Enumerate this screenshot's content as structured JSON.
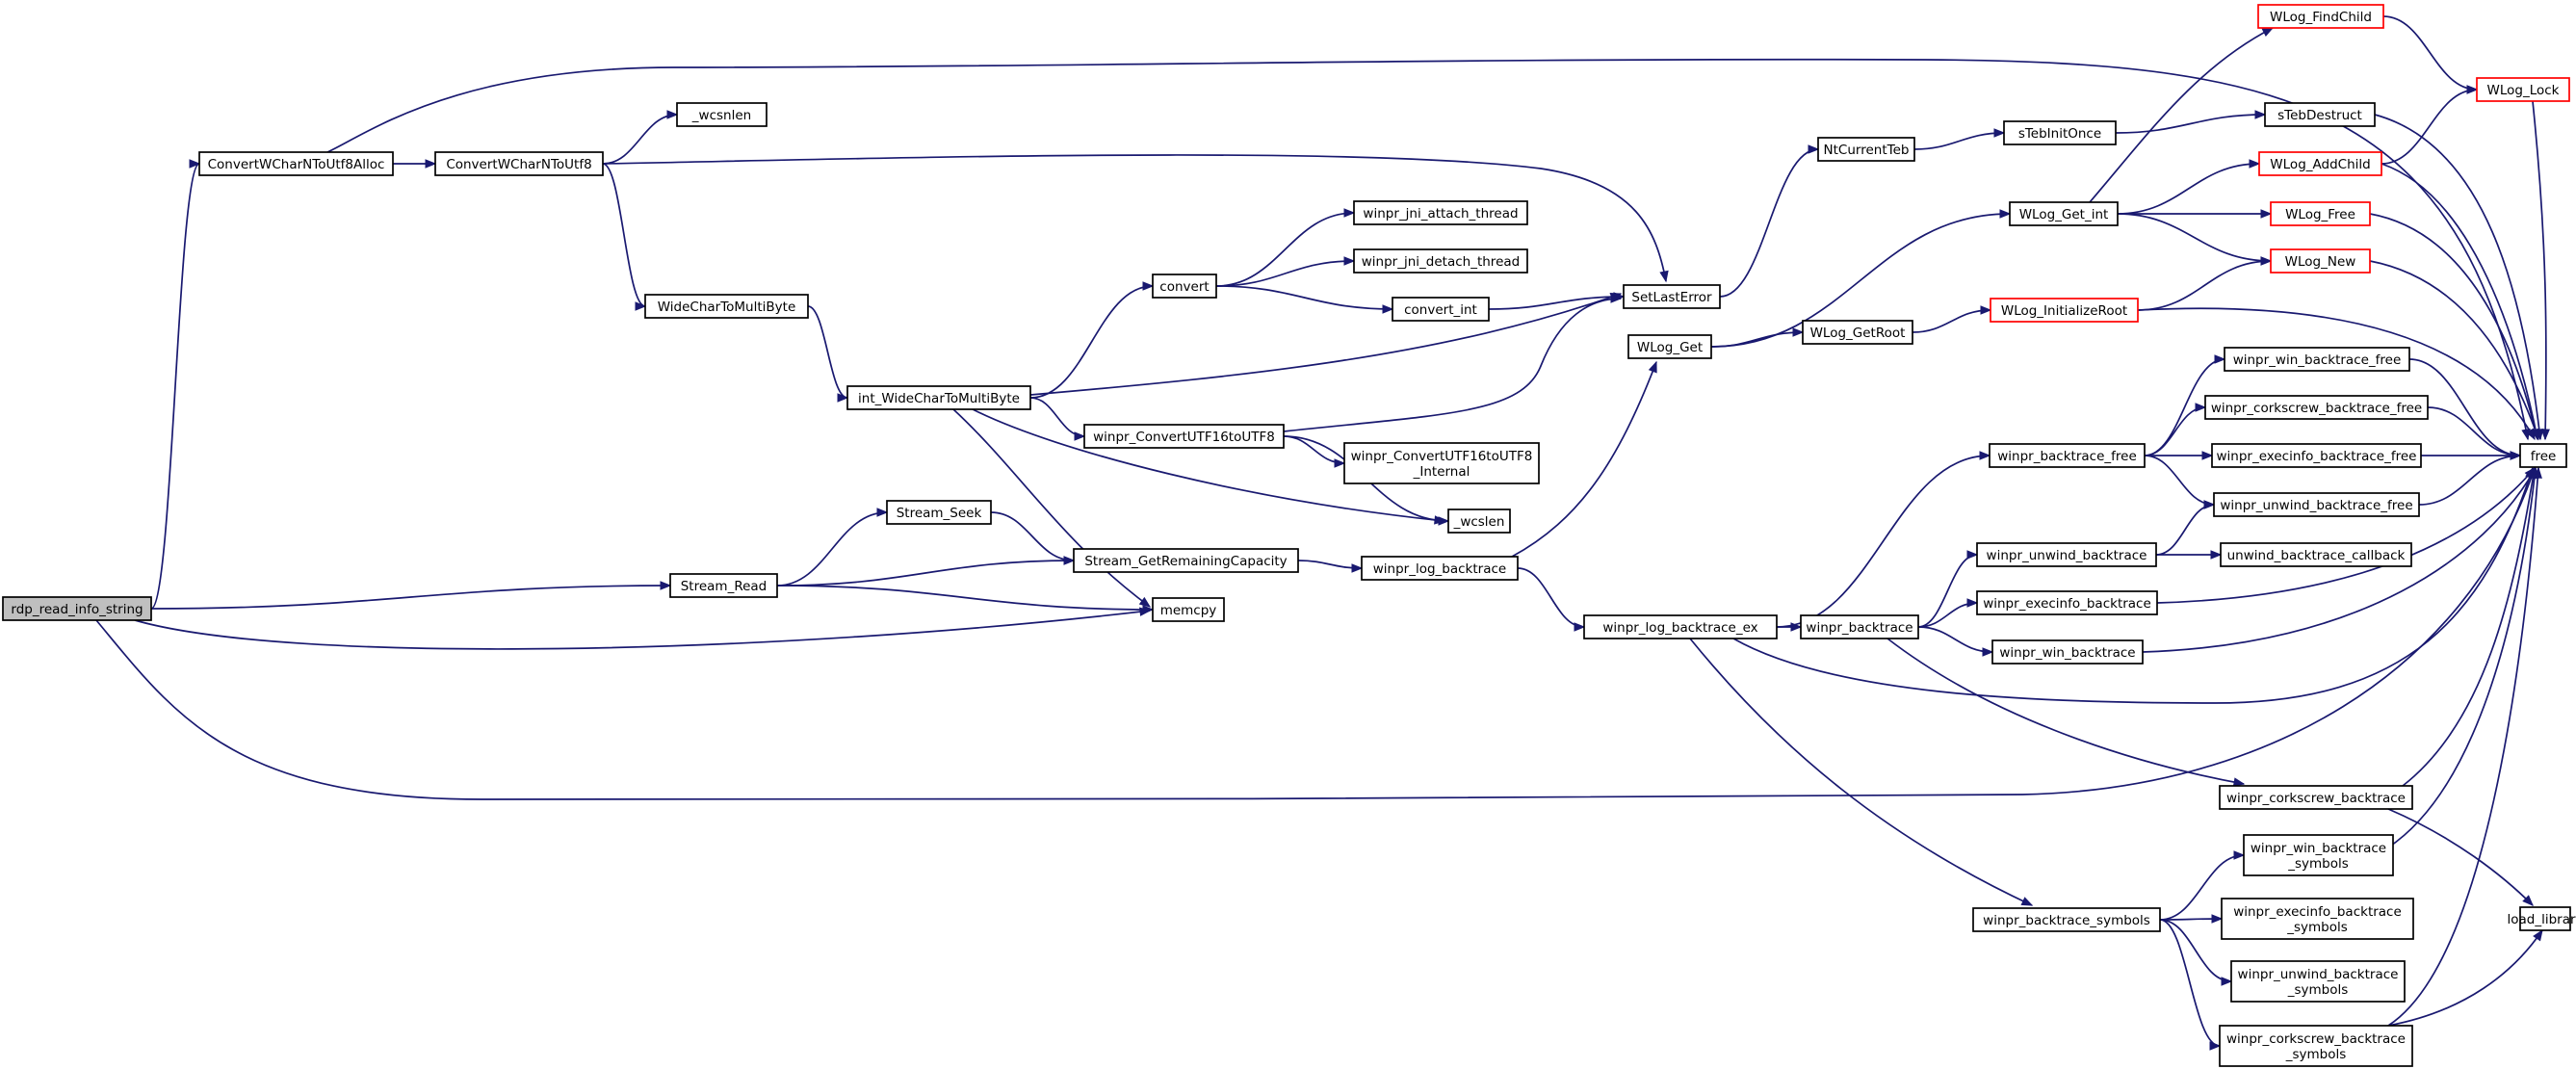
{
  "diagram": {
    "nodes": [
      {
        "id": "rdp",
        "lines": [
          "rdp_read_info_string"
        ],
        "style": "root"
      },
      {
        "id": "cwa",
        "lines": [
          "ConvertWCharNToUtf8Alloc"
        ],
        "style": "normal"
      },
      {
        "id": "cw8",
        "lines": [
          "ConvertWCharNToUtf8"
        ],
        "style": "normal"
      },
      {
        "id": "wcsnlen",
        "lines": [
          "_wcsnlen"
        ],
        "style": "normal"
      },
      {
        "id": "wctmb",
        "lines": [
          "WideCharToMultiByte"
        ],
        "style": "normal"
      },
      {
        "id": "iwctmb",
        "lines": [
          "int_WideCharToMultiByte"
        ],
        "style": "normal"
      },
      {
        "id": "convert",
        "lines": [
          "convert"
        ],
        "style": "normal"
      },
      {
        "id": "jniatt",
        "lines": [
          "winpr_jni_attach_thread"
        ],
        "style": "normal"
      },
      {
        "id": "jnidet",
        "lines": [
          "winpr_jni_detach_thread"
        ],
        "style": "normal"
      },
      {
        "id": "convint",
        "lines": [
          "convert_int"
        ],
        "style": "normal"
      },
      {
        "id": "setlast",
        "lines": [
          "SetLastError"
        ],
        "style": "normal"
      },
      {
        "id": "cu16",
        "lines": [
          "winpr_ConvertUTF16toUTF8"
        ],
        "style": "normal"
      },
      {
        "id": "cu16i",
        "lines": [
          "winpr_ConvertUTF16toUTF8",
          "_Internal"
        ],
        "style": "normal"
      },
      {
        "id": "wcslen",
        "lines": [
          "_wcslen"
        ],
        "style": "normal"
      },
      {
        "id": "sread",
        "lines": [
          "Stream_Read"
        ],
        "style": "normal"
      },
      {
        "id": "sseek",
        "lines": [
          "Stream_Seek"
        ],
        "style": "normal"
      },
      {
        "id": "sgrc",
        "lines": [
          "Stream_GetRemainingCapacity"
        ],
        "style": "normal"
      },
      {
        "id": "memcpy",
        "lines": [
          "memcpy"
        ],
        "style": "normal"
      },
      {
        "id": "wlbt",
        "lines": [
          "winpr_log_backtrace"
        ],
        "style": "normal"
      },
      {
        "id": "wlbtex",
        "lines": [
          "winpr_log_backtrace_ex"
        ],
        "style": "normal"
      },
      {
        "id": "ntct",
        "lines": [
          "NtCurrentTeb"
        ],
        "style": "normal"
      },
      {
        "id": "stio",
        "lines": [
          "sTebInitOnce"
        ],
        "style": "normal"
      },
      {
        "id": "stdes",
        "lines": [
          "sTebDestruct"
        ],
        "style": "normal"
      },
      {
        "id": "wlget",
        "lines": [
          "WLog_Get"
        ],
        "style": "normal"
      },
      {
        "id": "wlgetint",
        "lines": [
          "WLog_Get_int"
        ],
        "style": "normal"
      },
      {
        "id": "wlgetroot",
        "lines": [
          "WLog_GetRoot"
        ],
        "style": "normal"
      },
      {
        "id": "wlfind",
        "lines": [
          "WLog_FindChild"
        ],
        "style": "red"
      },
      {
        "id": "wllock",
        "lines": [
          "WLog_Lock"
        ],
        "style": "red"
      },
      {
        "id": "wladd",
        "lines": [
          "WLog_AddChild"
        ],
        "style": "red"
      },
      {
        "id": "wlfree",
        "lines": [
          "WLog_Free"
        ],
        "style": "red"
      },
      {
        "id": "wlnew",
        "lines": [
          "WLog_New"
        ],
        "style": "red"
      },
      {
        "id": "wlinit",
        "lines": [
          "WLog_InitializeRoot"
        ],
        "style": "red"
      },
      {
        "id": "free",
        "lines": [
          "free"
        ],
        "style": "normal"
      },
      {
        "id": "wbtfree",
        "lines": [
          "winpr_backtrace_free"
        ],
        "style": "normal"
      },
      {
        "id": "wwinbtfree",
        "lines": [
          "winpr_win_backtrace_free"
        ],
        "style": "normal"
      },
      {
        "id": "wcorkfree",
        "lines": [
          "winpr_corkscrew_backtrace_free"
        ],
        "style": "normal"
      },
      {
        "id": "wexecfree",
        "lines": [
          "winpr_execinfo_backtrace_free"
        ],
        "style": "normal"
      },
      {
        "id": "wunwfree",
        "lines": [
          "winpr_unwind_backtrace_free"
        ],
        "style": "normal"
      },
      {
        "id": "wunwbt",
        "lines": [
          "winpr_unwind_backtrace"
        ],
        "style": "normal"
      },
      {
        "id": "unwcb",
        "lines": [
          "unwind_backtrace_callback"
        ],
        "style": "normal"
      },
      {
        "id": "wbt",
        "lines": [
          "winpr_backtrace"
        ],
        "style": "normal"
      },
      {
        "id": "wexecbt",
        "lines": [
          "winpr_execinfo_backtrace"
        ],
        "style": "normal"
      },
      {
        "id": "wwinbt",
        "lines": [
          "winpr_win_backtrace"
        ],
        "style": "normal"
      },
      {
        "id": "wcorkbt",
        "lines": [
          "winpr_corkscrew_backtrace"
        ],
        "style": "normal"
      },
      {
        "id": "loadlib",
        "lines": [
          "load_library"
        ],
        "style": "normal"
      },
      {
        "id": "wwinsym",
        "lines": [
          "winpr_win_backtrace",
          "_symbols"
        ],
        "style": "normal"
      },
      {
        "id": "wbtsym",
        "lines": [
          "winpr_backtrace_symbols"
        ],
        "style": "normal"
      },
      {
        "id": "wexecsym",
        "lines": [
          "winpr_execinfo_backtrace",
          "_symbols"
        ],
        "style": "normal"
      },
      {
        "id": "wunwsym",
        "lines": [
          "winpr_unwind_backtrace",
          "_symbols"
        ],
        "style": "normal"
      },
      {
        "id": "wcorksym",
        "lines": [
          "winpr_corkscrew_backtrace",
          "_symbols"
        ],
        "style": "normal"
      }
    ],
    "edges": [
      [
        "rdp",
        "cwa"
      ],
      [
        "rdp",
        "sread"
      ],
      [
        "rdp",
        "memcpy"
      ],
      [
        "rdp",
        "free"
      ],
      [
        "cwa",
        "cw8"
      ],
      [
        "cwa",
        "free"
      ],
      [
        "cw8",
        "wcsnlen"
      ],
      [
        "cw8",
        "wctmb"
      ],
      [
        "cw8",
        "setlast"
      ],
      [
        "wctmb",
        "iwctmb"
      ],
      [
        "iwctmb",
        "convert"
      ],
      [
        "iwctmb",
        "setlast"
      ],
      [
        "iwctmb",
        "cu16"
      ],
      [
        "iwctmb",
        "wcslen"
      ],
      [
        "iwctmb",
        "memcpy"
      ],
      [
        "convert",
        "jniatt"
      ],
      [
        "convert",
        "jnidet"
      ],
      [
        "convert",
        "convint"
      ],
      [
        "convint",
        "setlast"
      ],
      [
        "cu16",
        "cu16i"
      ],
      [
        "cu16",
        "wcslen"
      ],
      [
        "cu16",
        "setlast"
      ],
      [
        "sread",
        "sseek"
      ],
      [
        "sread",
        "sgrc"
      ],
      [
        "sread",
        "memcpy"
      ],
      [
        "sseek",
        "sgrc"
      ],
      [
        "sgrc",
        "wlbt"
      ],
      [
        "wlbt",
        "wlget"
      ],
      [
        "wlbt",
        "wlbtex"
      ],
      [
        "setlast",
        "ntct"
      ],
      [
        "ntct",
        "stio"
      ],
      [
        "stio",
        "stdes"
      ],
      [
        "stdes",
        "free"
      ],
      [
        "wlget",
        "wlgetint"
      ],
      [
        "wlget",
        "wlgetroot"
      ],
      [
        "wlgetroot",
        "wlinit"
      ],
      [
        "wlgetint",
        "wlfind"
      ],
      [
        "wlgetint",
        "wladd"
      ],
      [
        "wlgetint",
        "wlfree"
      ],
      [
        "wlgetint",
        "wlnew"
      ],
      [
        "wlfind",
        "wllock"
      ],
      [
        "wladd",
        "wllock"
      ],
      [
        "wllock",
        "free"
      ],
      [
        "wladd",
        "free"
      ],
      [
        "wlfree",
        "free"
      ],
      [
        "wlnew",
        "free"
      ],
      [
        "wlinit",
        "wlnew"
      ],
      [
        "wlinit",
        "free"
      ],
      [
        "wlbtex",
        "wbtfree"
      ],
      [
        "wlbtex",
        "wbt"
      ],
      [
        "wlbtex",
        "wbtsym"
      ],
      [
        "wlbtex",
        "free"
      ],
      [
        "wbtfree",
        "wwinbtfree"
      ],
      [
        "wbtfree",
        "wcorkfree"
      ],
      [
        "wbtfree",
        "wexecfree"
      ],
      [
        "wbtfree",
        "wunwfree"
      ],
      [
        "wwinbtfree",
        "free"
      ],
      [
        "wcorkfree",
        "free"
      ],
      [
        "wexecfree",
        "free"
      ],
      [
        "wunwfree",
        "free"
      ],
      [
        "wbt",
        "wunwbt"
      ],
      [
        "wbt",
        "wexecbt"
      ],
      [
        "wbt",
        "wwinbt"
      ],
      [
        "wbt",
        "wcorkbt"
      ],
      [
        "wunwbt",
        "wunwfree"
      ],
      [
        "wunwbt",
        "unwcb"
      ],
      [
        "wexecbt",
        "free"
      ],
      [
        "wwinbt",
        "free"
      ],
      [
        "wcorkbt",
        "free"
      ],
      [
        "wcorkbt",
        "loadlib"
      ],
      [
        "wbtsym",
        "wwinsym"
      ],
      [
        "wbtsym",
        "wexecsym"
      ],
      [
        "wbtsym",
        "wunwsym"
      ],
      [
        "wbtsym",
        "wcorksym"
      ],
      [
        "wwinsym",
        "free"
      ],
      [
        "wcorksym",
        "free"
      ],
      [
        "wcorksym",
        "loadlib"
      ]
    ]
  },
  "colors": {
    "edge": "#191970",
    "node_border": "#000000",
    "red_border": "#ff0000",
    "root_fill": "#bfbfbf",
    "node_fill": "#ffffff"
  }
}
